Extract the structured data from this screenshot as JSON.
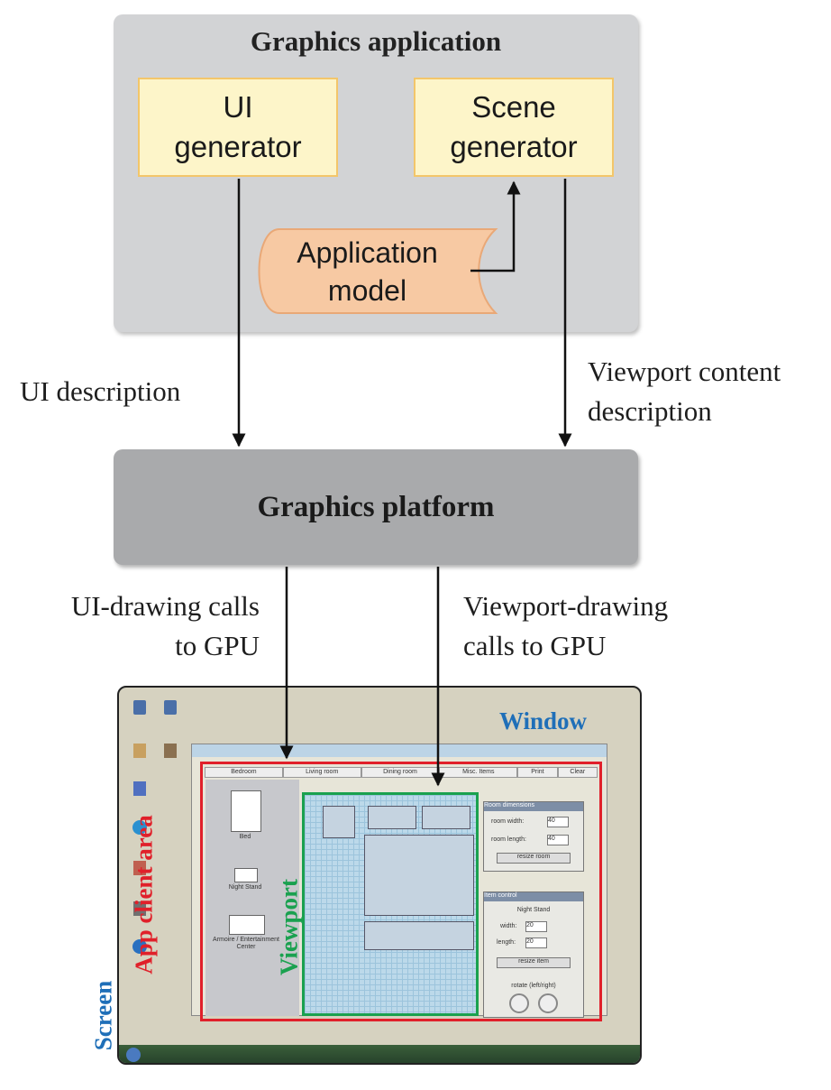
{
  "graphics_application": {
    "title": "Graphics application",
    "ui_generator": "UI\ngenerator",
    "scene_generator": "Scene\ngenerator",
    "application_model": "Application\nmodel"
  },
  "labels": {
    "ui_description": "UI description",
    "viewport_content_description": "Viewport content\ndescription",
    "ui_drawing_calls": "UI-drawing calls\nto GPU",
    "viewport_drawing_calls": "Viewport-drawing\ncalls to GPU"
  },
  "graphics_platform": {
    "title": "Graphics platform"
  },
  "screen": {
    "window_label": "Window",
    "app_client_area_label": "App client area",
    "viewport_label": "Viewport",
    "screen_label": "Screen",
    "colors": {
      "window": "#1f6fb8",
      "app_client_area": "#e0202a",
      "viewport": "#1aa14f",
      "screen": "#1f6fb8"
    },
    "mock_app": {
      "tabs": [
        "Bedroom",
        "Living room",
        "Dining room",
        "Misc. Items",
        "Print",
        "Clear"
      ],
      "palette_items": [
        "Bed",
        "Night Stand",
        "Armoire / Entertainment Center"
      ],
      "panel_room_title": "Room dimensions",
      "room_width_label": "room width:",
      "room_width_value": "40",
      "room_length_label": "room length:",
      "room_length_value": "40",
      "resize_room_button": "resize room",
      "panel_item_title": "Item control",
      "item_name": "Night Stand",
      "width_label": "width:",
      "width_value": "20",
      "length_label": "length:",
      "length_value": "20",
      "resize_item_button": "resize item",
      "rotate_label": "rotate (left/right)"
    }
  }
}
